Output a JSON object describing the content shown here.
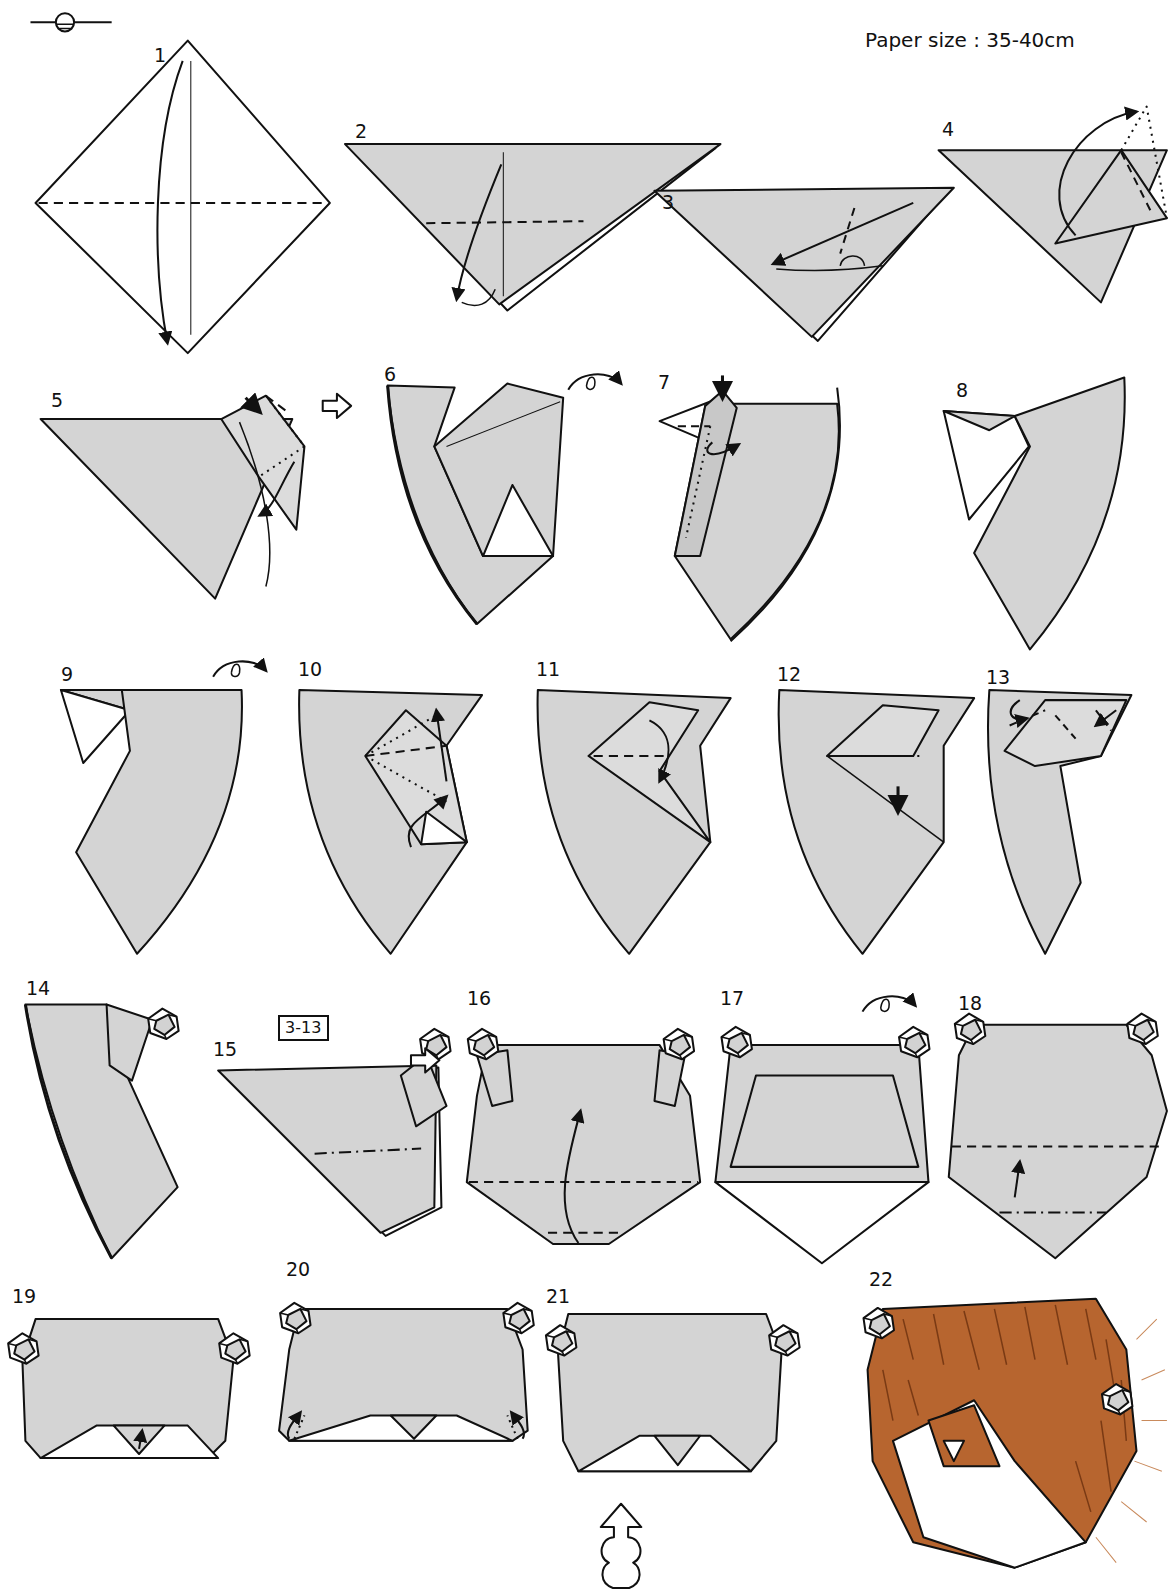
{
  "diagram": {
    "nodes": [
      {
        "text": [
          "3-13"
        ]
      }
    ],
    "labels": [
      "Paper size : 35-40cm",
      "1",
      "2",
      "3",
      "4",
      "5",
      "6",
      "7",
      "8",
      "9",
      "10",
      "11",
      "12",
      "13",
      "14",
      "15",
      "16",
      "17",
      "18",
      "19",
      "20",
      "21",
      "22"
    ]
  }
}
